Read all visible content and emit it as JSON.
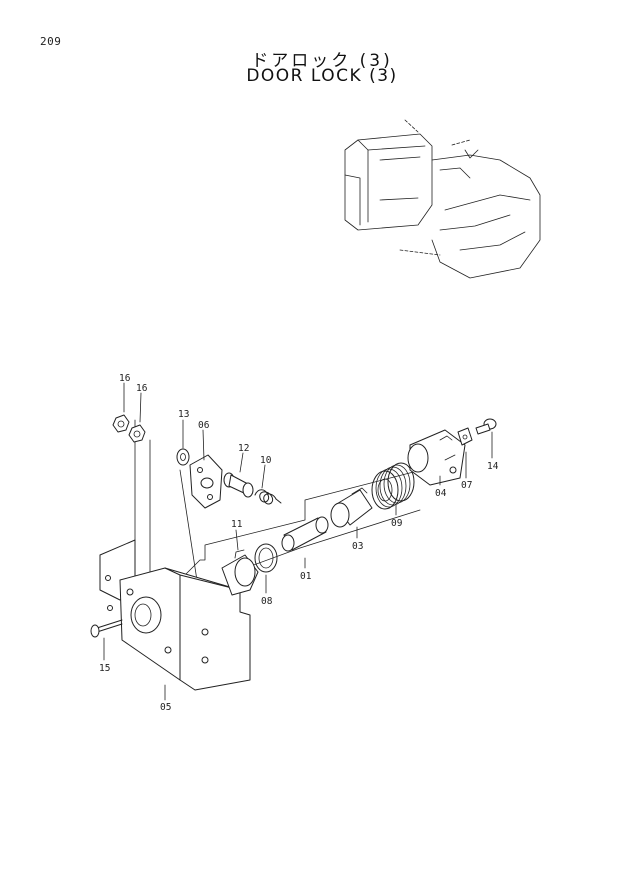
{
  "page": {
    "number": "209"
  },
  "title": {
    "japanese": "ドアロック (3)",
    "english": "DOOR LOCK (3)"
  },
  "callouts": [
    "16",
    "16",
    "13",
    "06",
    "12",
    "10",
    "11",
    "08",
    "01",
    "03",
    "09",
    "04",
    "07",
    "14",
    "15",
    "05"
  ]
}
